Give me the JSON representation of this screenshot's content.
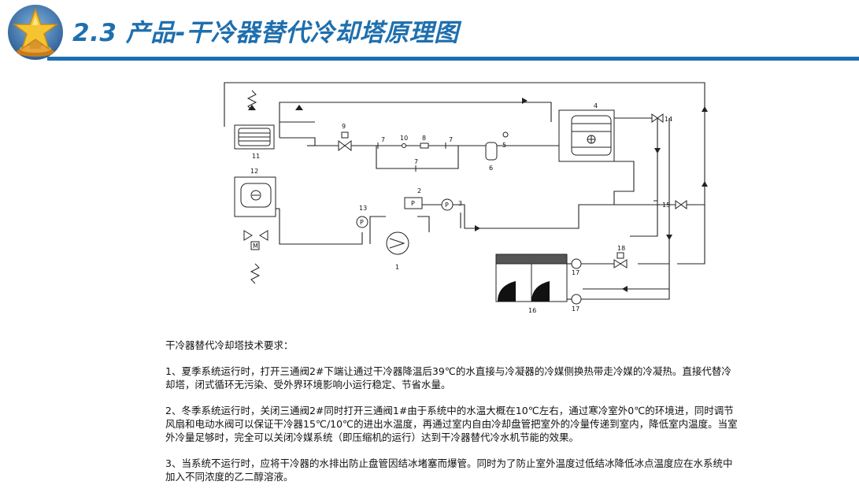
{
  "header": {
    "title": "2.3 产品-干冷器替代冷却塔原理图"
  },
  "diagram": {
    "labels": {
      "c1": "1",
      "c2": "2",
      "c3": "3",
      "c4": "4",
      "c5": "5",
      "c6": "6",
      "c7a": "7",
      "c7b": "7",
      "c7c": "7",
      "c8": "8",
      "c9": "9",
      "c10": "10",
      "c11": "11",
      "c12": "12",
      "c13": "13",
      "c14": "14",
      "c15": "15",
      "c16": "16",
      "c17a": "17",
      "c17b": "17",
      "c18": "18",
      "p2": "P",
      "p3": "P",
      "p13": "P",
      "m": "M"
    }
  },
  "tech": {
    "heading": "干冷器替代冷却塔技术要求：",
    "para1": "1、夏季系统运行时，打开三通阀2#下端让通过干冷器降温后39℃的水直接与冷凝器的冷媒侧换热带走冷媒的冷凝热。直接代替冷却塔，闭式循环无污染、受外界环境影响小运行稳定、节省水量。",
    "para2": "2、冬季系统运行时，关闭三通阀2#同时打开三通阀1#由于系统中的水温大概在10℃左右，通过寒冷室外0℃的环境进，同时调节风扇和电动水阀可以保证干冷器15℃/10℃的进出水温度，再通过室内自由冷却盘管把室外的冷量传递到室内，降低室内温度。当室外冷量足够时，完全可以关闭冷媒系统（即压缩机的运行）达到干冷器替代冷水机节能的效果。",
    "para3": "3、当系统不运行时，应将干冷器的水排出防止盘管因结冰堵塞而爆管。同时为了防止室外温度过低结冰降低冰点温度应在水系统中加入不同浓度的乙二醇溶液。"
  }
}
